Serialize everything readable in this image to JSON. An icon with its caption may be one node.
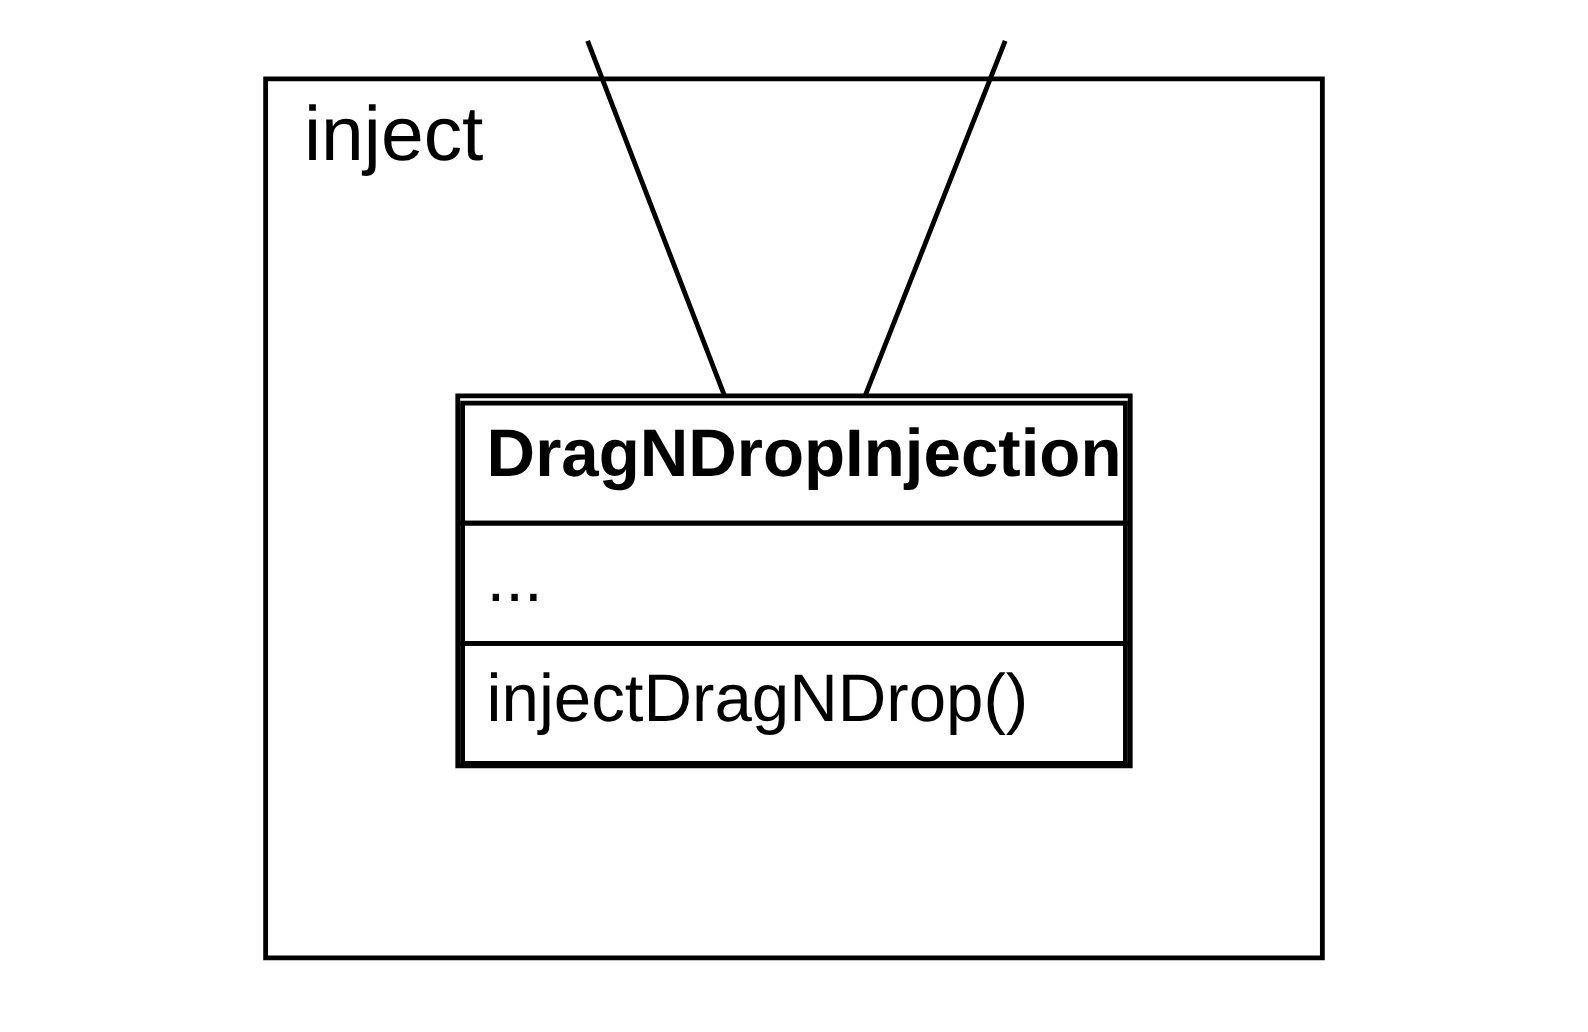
{
  "diagram": {
    "nodes": [
      {
        "text": [
          "inject"
        ]
      },
      {
        "text": [
          "DragNDropInjection",
          "...",
          "injectDragNDrop()"
        ],
        "in": 0
      }
    ],
    "edges": [
      {
        "from": null,
        "to": 1,
        "arrow": "none"
      },
      {
        "from": null,
        "to": 1,
        "arrow": "none"
      }
    ]
  }
}
